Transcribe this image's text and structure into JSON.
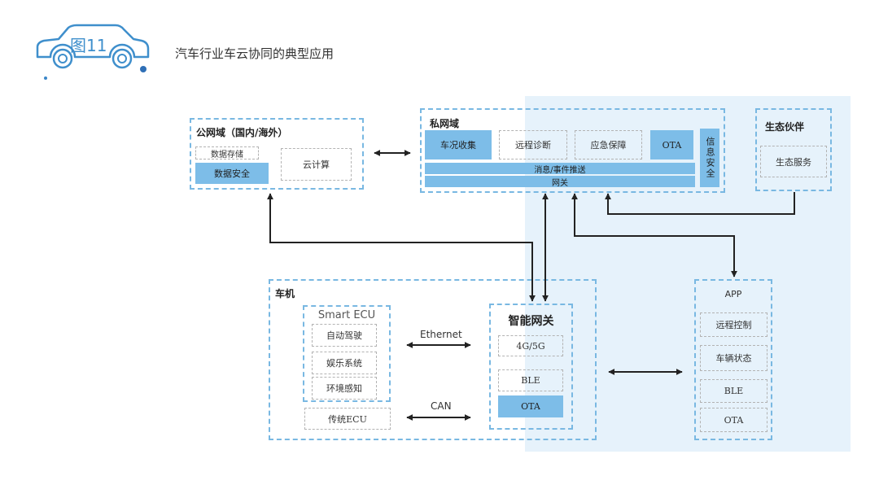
{
  "figure": {
    "label": "图11",
    "title": "汽车行业车云协同的典型应用"
  },
  "public_domain": {
    "title": "公网域（国内/海外）",
    "data_storage": "数据存储",
    "data_security": "数据安全",
    "cloud_computing": "云计算"
  },
  "private_domain": {
    "title": "私网域",
    "vehicle_data_collection": "车况收集",
    "remote_diagnosis": "远程诊断",
    "emergency_support": "应急保障",
    "ota": "OTA",
    "info_security": "信息安全",
    "message_push": "消息/事件推送",
    "gateway": "网关"
  },
  "eco_partners": {
    "title": "生态伙伴",
    "eco_service": "生态服务"
  },
  "vehicle_unit": {
    "title": "车机",
    "smart_ecu": {
      "title": "Smart ECU",
      "items": [
        "自动驾驶",
        "娱乐系统",
        "环境感知"
      ]
    },
    "traditional_ecu": "传统ECU",
    "ethernet_label": "Ethernet",
    "can_label": "CAN",
    "smart_gateway": {
      "title": "智能网关",
      "items": [
        "4G/5G",
        "BLE",
        "OTA"
      ]
    }
  },
  "app": {
    "title": "APP",
    "items": [
      "远程控制",
      "车辆状态",
      "BLE",
      "OTA"
    ]
  },
  "colors": {
    "accent_fill": "#7dbde8",
    "border": "#79b8e2",
    "highlight_bg": "#e6f2fb",
    "icon": "#3f8fcc"
  }
}
